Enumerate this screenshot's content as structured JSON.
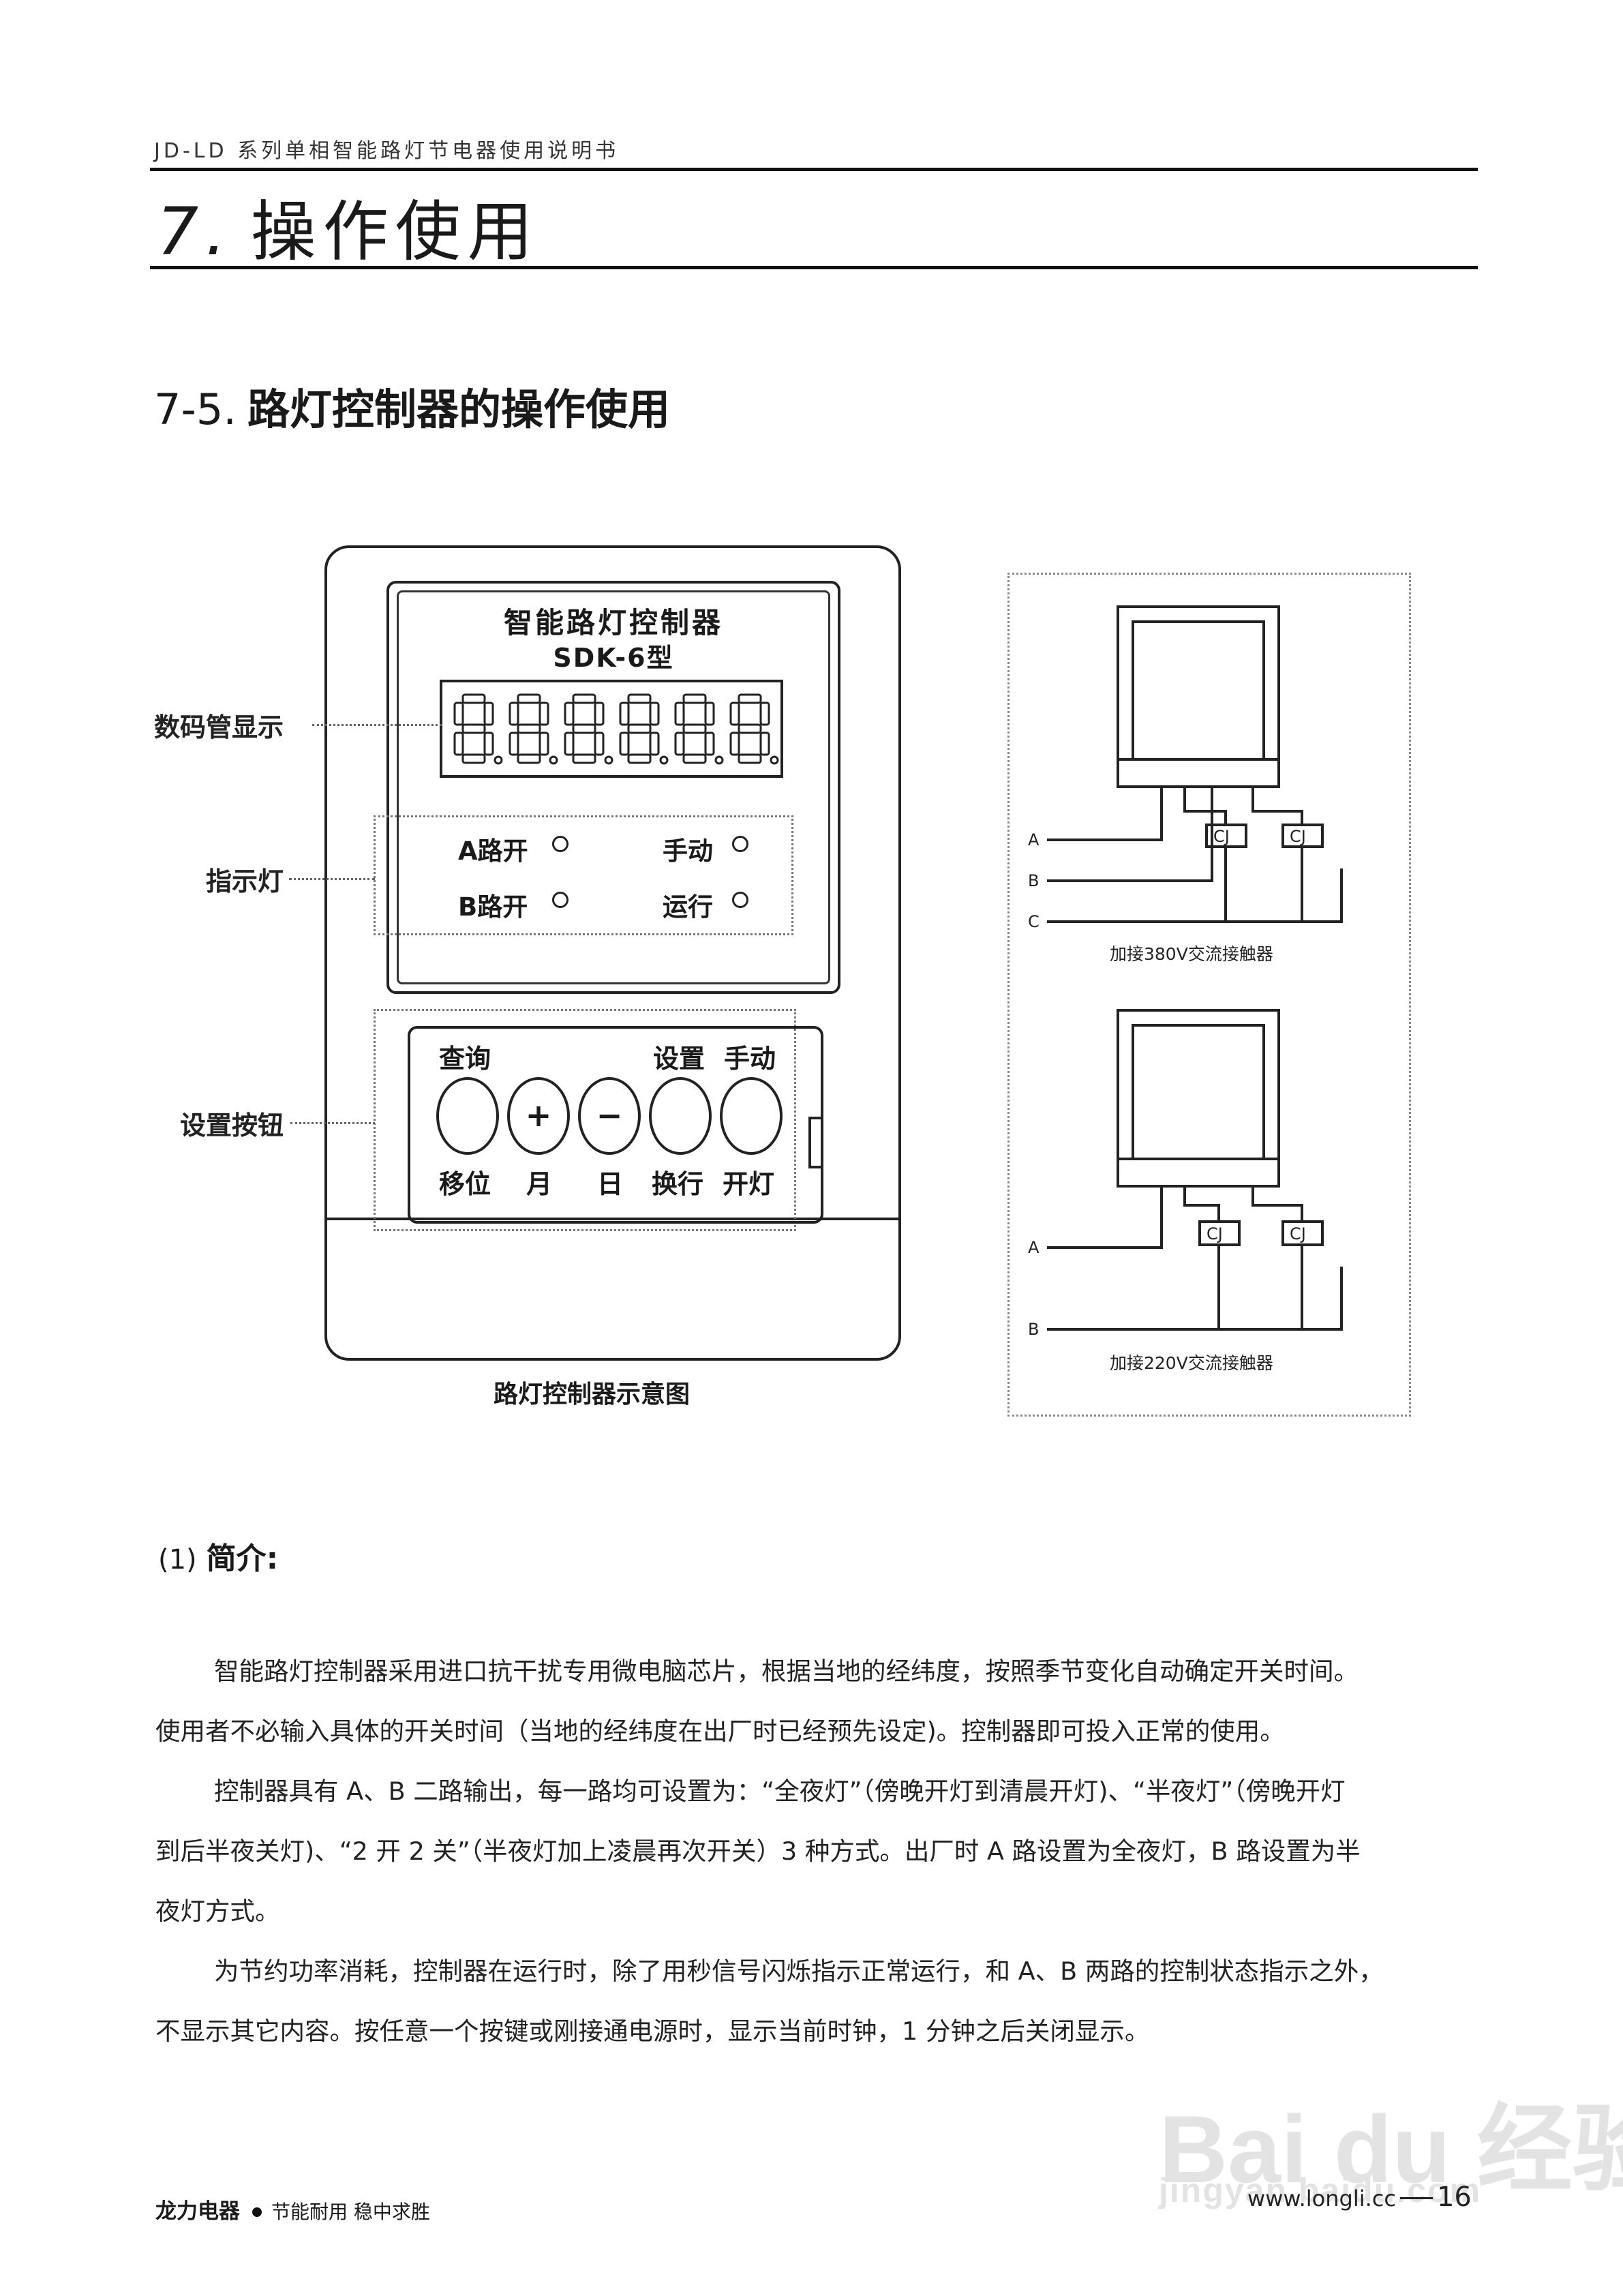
{
  "header": {
    "running_head": "JD-LD 系列单相智能路灯节电器使用说明书",
    "chapter_number": "7.",
    "chapter_title": "操作使用"
  },
  "section": {
    "number": "7-5.",
    "title": "路灯控制器的操作使用"
  },
  "controller_diagram": {
    "device_name": "智能路灯控制器",
    "model": "SDK-6型",
    "display_digits": "888888",
    "callouts": [
      "数码管显示",
      "指示灯",
      "设置按钮"
    ],
    "indicators": {
      "a_on": "A路开",
      "b_on": "B路开",
      "manual": "手动",
      "running": "运行"
    },
    "button_top_labels": {
      "query": "查询",
      "setup": "设置",
      "manual": "手动"
    },
    "button_symbols": {
      "plus": "+",
      "minus": "−"
    },
    "button_bottom_labels": [
      "移位",
      "月",
      "日",
      "换行",
      "开灯"
    ],
    "caption": "路灯控制器示意图"
  },
  "wiring_diagram": {
    "wire_labels": [
      "A",
      "B",
      "C"
    ],
    "contactor_label": "CJ",
    "caption_380": "加接380V交流接触器",
    "caption_220": "加接220V交流接触器"
  },
  "intro": {
    "number": "(1)",
    "title": "简介:",
    "lines": [
      "智能路灯控制器采用进口抗干扰专用微电脑芯片，根据当地的经纬度，按照季节变化自动确定开关时间。",
      "使用者不必输入具体的开关时间（当地的经纬度在出厂时已经预先设定)。控制器即可投入正常的使用。",
      "控制器具有 A、B 二路输出，每一路均可设置为：“全夜灯”（傍晚开灯到清晨开灯)、“半夜灯”（傍晚开灯",
      "到后半夜关灯)、“2 开 2 关”（半夜灯加上凌晨再次开关）3 种方式。出厂时 A 路设置为全夜灯，B 路设置为半",
      "夜灯方式。",
      "为节约功率消耗，控制器在运行时，除了用秒信号闪烁指示正常运行，和 A、B 两路的控制状态指示之外，",
      "不显示其它内容。按任意一个按键或刚接通电源时，显示当前时钟，1 分钟之后关闭显示。"
    ]
  },
  "footer": {
    "brand": "龙力电器",
    "slogan": "节能耐用  稳中求胜",
    "url": "www.longli.cc",
    "page_number": "16"
  },
  "watermark": {
    "logo_text": "Bai du 经验",
    "sub_text": "jingyan.baidu.com"
  }
}
